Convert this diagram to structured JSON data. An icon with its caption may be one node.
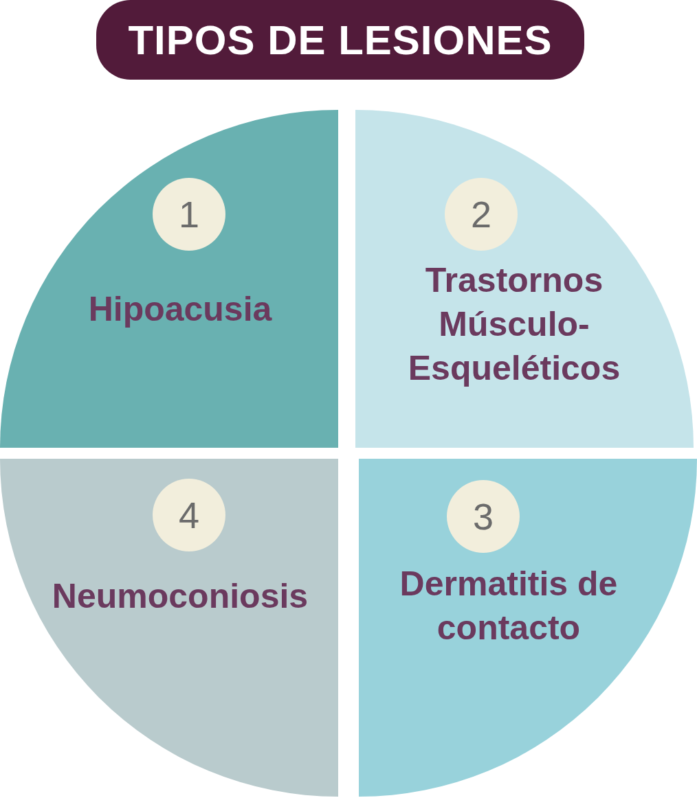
{
  "diagram": {
    "title": "TIPOS DE LESIONES",
    "nodes": [
      {
        "text": [
          "Hipoacusia"
        ]
      },
      {
        "text": [
          "1"
        ],
        "in": 0
      },
      {
        "text": [
          "Trastornos Músculo-Esqueléticos"
        ]
      },
      {
        "text": [
          "2"
        ],
        "in": 2
      },
      {
        "text": [
          "Neumoconiosis"
        ]
      },
      {
        "text": [
          "4"
        ],
        "in": 4
      },
      {
        "text": [
          "Dermatitis de contacto"
        ]
      },
      {
        "text": [
          "3"
        ],
        "in": 6
      }
    ],
    "edges": []
  }
}
